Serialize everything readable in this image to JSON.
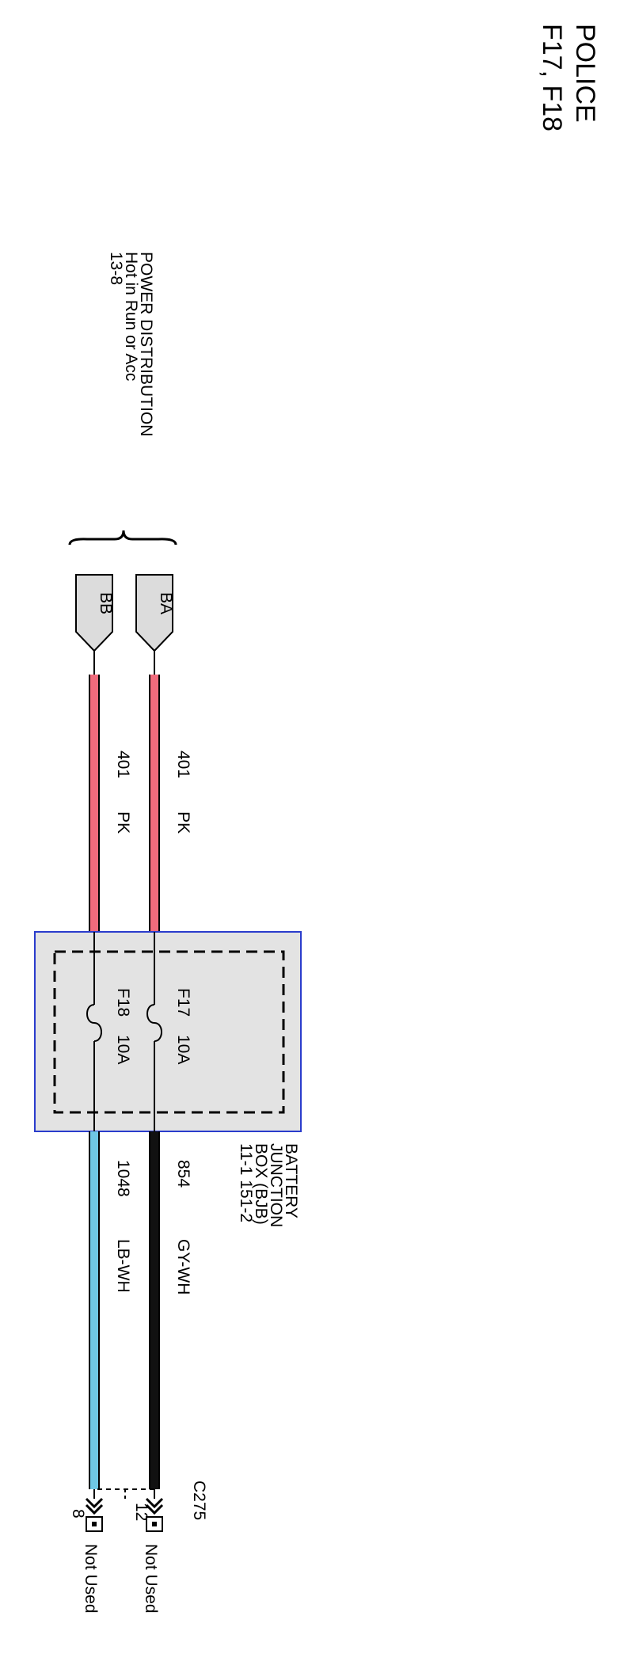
{
  "title": {
    "line1": "POLICE",
    "line2": "F17, F18"
  },
  "power_source": {
    "line1": "POWER DISTRIBUTION",
    "line2": "Hot in Run or Acc",
    "line3": "13-8"
  },
  "connectors_top": [
    {
      "label": "BA"
    },
    {
      "label": "BB"
    }
  ],
  "wires_upper": [
    {
      "circuit": "401",
      "color_code": "PK",
      "color": "#f06b7c"
    },
    {
      "circuit": "401",
      "color_code": "PK",
      "color": "#f06b7c"
    }
  ],
  "fuses": [
    {
      "name": "F17",
      "rating": "10A"
    },
    {
      "name": "F18",
      "rating": "10A"
    }
  ],
  "junction_box": {
    "line1": "BATTERY",
    "line2": "JUNCTION",
    "line3": "BOX (BJB)",
    "line4": "11-1   151-2",
    "fill": "#e3e3e3",
    "border": "#2a3ccc"
  },
  "wires_lower": [
    {
      "circuit": "854",
      "color_code": "GY-WH",
      "color": "#111111"
    },
    {
      "circuit": "1048",
      "color_code": "LB-WH",
      "color": "#6fc7e3"
    }
  ],
  "connector_bottom": {
    "name": "C275",
    "pins": [
      {
        "pin": "12",
        "status": "Not Used"
      },
      {
        "pin": "8",
        "status": "Not Used"
      }
    ]
  }
}
